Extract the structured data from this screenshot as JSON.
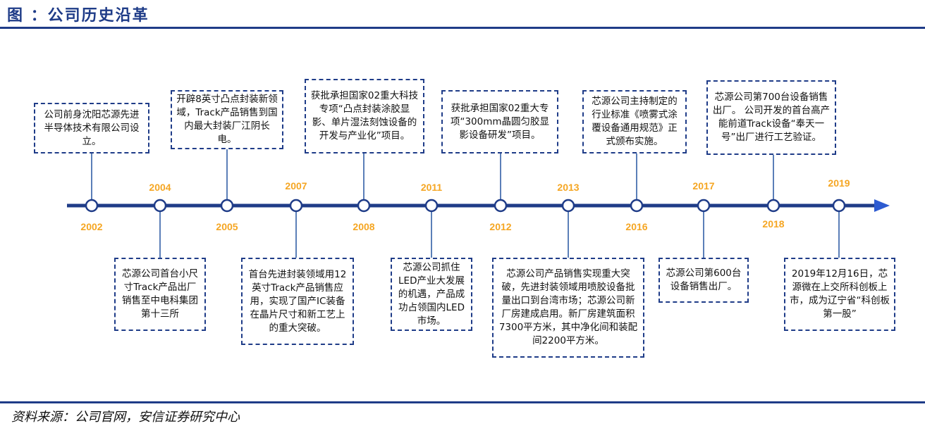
{
  "header": {
    "title": "图 ：公司历史沿革"
  },
  "footer": {
    "source": "资料来源：公司官网，安信证券研究中心"
  },
  "timeline": {
    "events": [
      {
        "year": "2002",
        "text": "公司前身沈阳芯源先进半导体技术有限公司设立。"
      },
      {
        "year": "2004",
        "text": "芯源公司首台小尺寸Track产品出厂销售至中电科集团第十三所"
      },
      {
        "year": "2005",
        "text": "开辟8英寸凸点封装新领域，Track产品销售到国内最大封装厂江阴长电。"
      },
      {
        "year": "2007",
        "text": "首台先进封装领域用12英寸Track产品销售应用，实现了国产IC装备在晶片尺寸和新工艺上的重大突破。"
      },
      {
        "year": "2008",
        "text": "获批承担国家02重大科技专项“凸点封装涂胶显影、单片湿法刻蚀设备的开发与产业化”项目。"
      },
      {
        "year": "2011",
        "text": "芯源公司抓住LED产业大发展的机遇，产品成功占领国内LED市场。"
      },
      {
        "year": "2012",
        "text": "获批承担国家02重大专项“300mm晶圆匀胶显影设备研发”项目。"
      },
      {
        "year": "2013",
        "text": "芯源公司产品销售实现重大突破，先进封装领域用喷胶设备批量出口到台湾市场；芯源公司新厂房建成启用。新厂房建筑面积7300平方米，其中净化间和装配间2200平方米。"
      },
      {
        "year": "2016",
        "text": "芯源公司主持制定的行业标准《喷雾式涂覆设备通用规范》正式颁布实施。"
      },
      {
        "year": "2017",
        "text": "芯源公司第600台设备销售出厂。"
      },
      {
        "year": "2018",
        "text": "芯源公司第700台设备销售出厂。 公司开发的首台高产能前道Track设备“奉天一号”出厂进行工艺验证。"
      },
      {
        "year": "2019",
        "text": "2019年12月16日，芯源微在上交所科创板上市，成为辽宁省“科创板第一股”"
      }
    ]
  }
}
